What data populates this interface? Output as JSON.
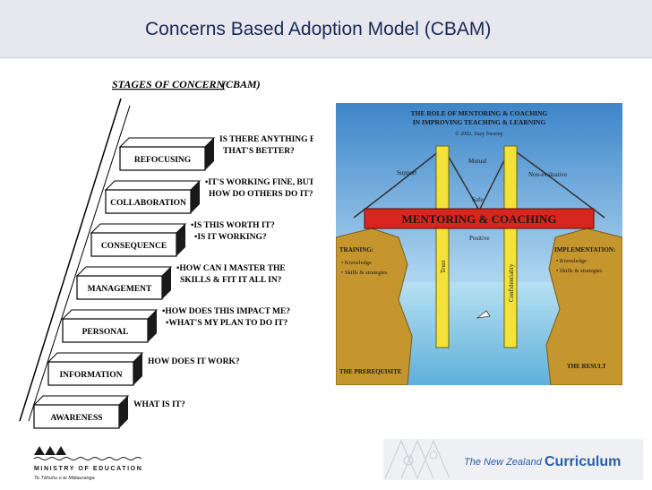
{
  "slide": {
    "title": "Concerns Based Adoption Model (CBAM)"
  },
  "stages": {
    "heading": "STAGES OF CONCERN",
    "heading_suffix": "(CBAM)",
    "steps": [
      {
        "label": "AWARENESS",
        "question": "WHAT IS IT?"
      },
      {
        "label": "INFORMATION",
        "question": "HOW DOES IT WORK?"
      },
      {
        "label": "PERSONAL",
        "question": "•HOW DOES THIS IMPACT ME?",
        "question2": "•WHAT'S MY PLAN TO DO IT?"
      },
      {
        "label": "MANAGEMENT",
        "question": "•HOW CAN I MASTER THE",
        "question2": "SKILLS & FIT IT ALL IN?"
      },
      {
        "label": "CONSEQUENCE",
        "question": "•IS THIS WORTH IT?",
        "question2": "•IS IT WORKING?"
      },
      {
        "label": "COLLABORATION",
        "question": "•IT'S WORKING FINE, BUT",
        "question2": "HOW DO OTHERS DO IT?"
      },
      {
        "label": "REFOCUSING",
        "question": "IS THERE ANYTHING ELSE",
        "question2": "THAT'S BETTER?"
      }
    ]
  },
  "bridge": {
    "title_line1": "THE ROLE OF MENTORING & COACHING",
    "title_line2": "IN IMPROVING TEACHING & LEARNING",
    "copyright": "© 2002, Suzy Sweeny",
    "support": "Support",
    "mutual": "Mutual",
    "non_evaluative": "Non-evaluative",
    "safe": "Safe",
    "banner": "MENTORING & COACHING",
    "positive": "Positive",
    "trust": "Trust",
    "confidentiality": "Confidentiality",
    "training_heading": "TRAINING:",
    "training_items": [
      "• Knowledge",
      "• Skills & strategies"
    ],
    "implementation_heading": "IMPLEMENTATION:",
    "implementation_items": [
      "• Knowledge",
      "• Skills & strategies"
    ],
    "prerequisite": "THE PREREQUISITE",
    "result": "THE RESULT"
  },
  "footer": {
    "ministry_line1": "MINISTRY OF EDUCATION",
    "ministry_line2": "Te Tāhuhu o te Mātauranga",
    "curriculum_prefix": "The New Zealand",
    "curriculum_word": "Curriculum"
  },
  "colors": {
    "title_bar": "#e7e8ee",
    "title_text": "#1b2a55",
    "bridge_banner": "#d7261e",
    "bridge_towers": "#f2e23a",
    "sky": "#6ea9d8",
    "cliff": "#c6962e",
    "sea": "#7fc4e4",
    "curriculum_blue": "#2a5fa8"
  }
}
